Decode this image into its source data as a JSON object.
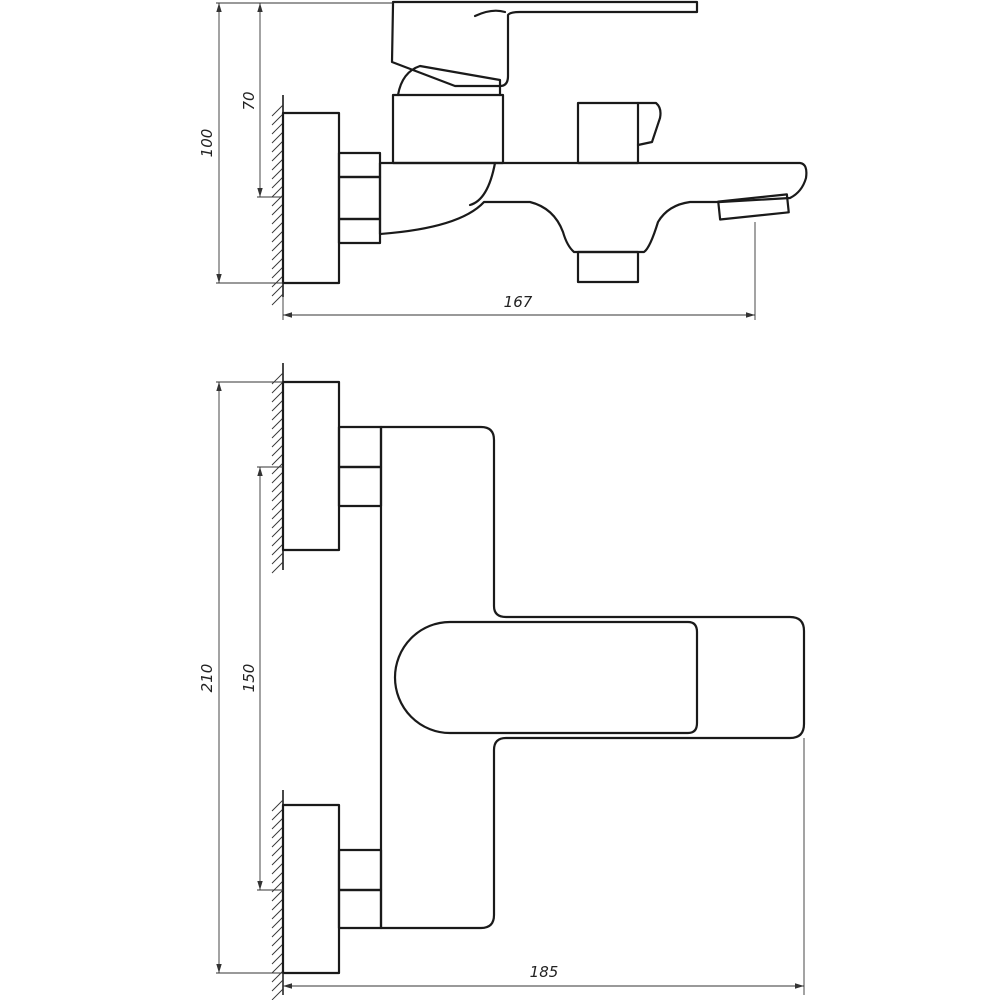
{
  "drawing": {
    "side_view": {
      "dim_total_height": "100",
      "dim_center_height": "70",
      "dim_projection": "167"
    },
    "top_view": {
      "dim_total_width": "210",
      "dim_center_spacing": "150",
      "dim_depth": "185"
    }
  }
}
